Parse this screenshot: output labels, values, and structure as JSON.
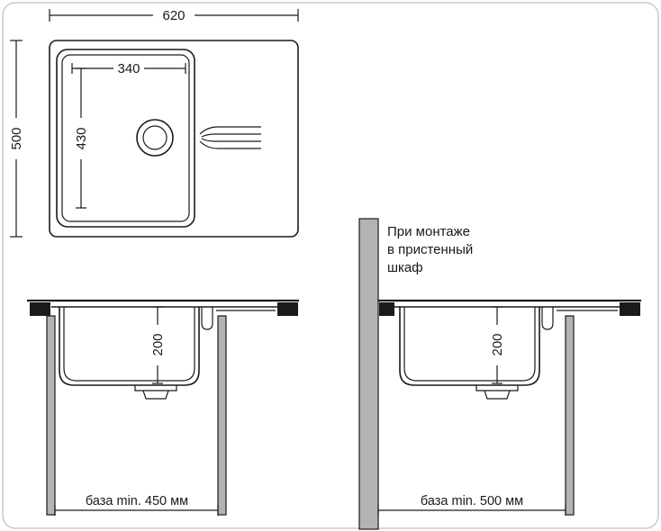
{
  "top_view": {
    "overall_width": "620",
    "overall_depth": "500",
    "bowl_width": "340",
    "bowl_depth": "430"
  },
  "side_left": {
    "bowl_height": "200",
    "base_width": "база min. 450 мм"
  },
  "side_right": {
    "bowl_height": "200",
    "base_width": "база min. 500 мм",
    "note": [
      "При монтаже",
      "в пристенный",
      "шкаф"
    ]
  },
  "colors": {
    "line": "#1a1a1a",
    "panel": "#b3b3b3",
    "border": "#c9c9c9",
    "bg": "#ffffff"
  }
}
